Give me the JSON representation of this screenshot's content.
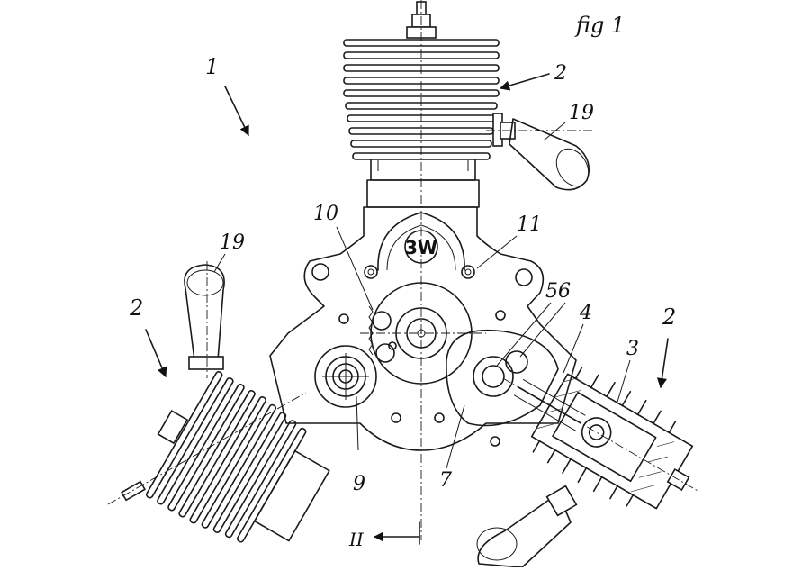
{
  "figure": {
    "title": "fig 1",
    "labels": {
      "engine": "1",
      "cyl_top": "2",
      "cyl_left": "2",
      "cyl_right": "2",
      "plug_top": "19",
      "plug_left": "19",
      "gear_10": "10",
      "part_11": "11",
      "parts_56": "56",
      "part_4": "4",
      "part_3": "3",
      "part_9": "9",
      "part_7": "7",
      "section": "II"
    },
    "logo_text": "3W"
  }
}
